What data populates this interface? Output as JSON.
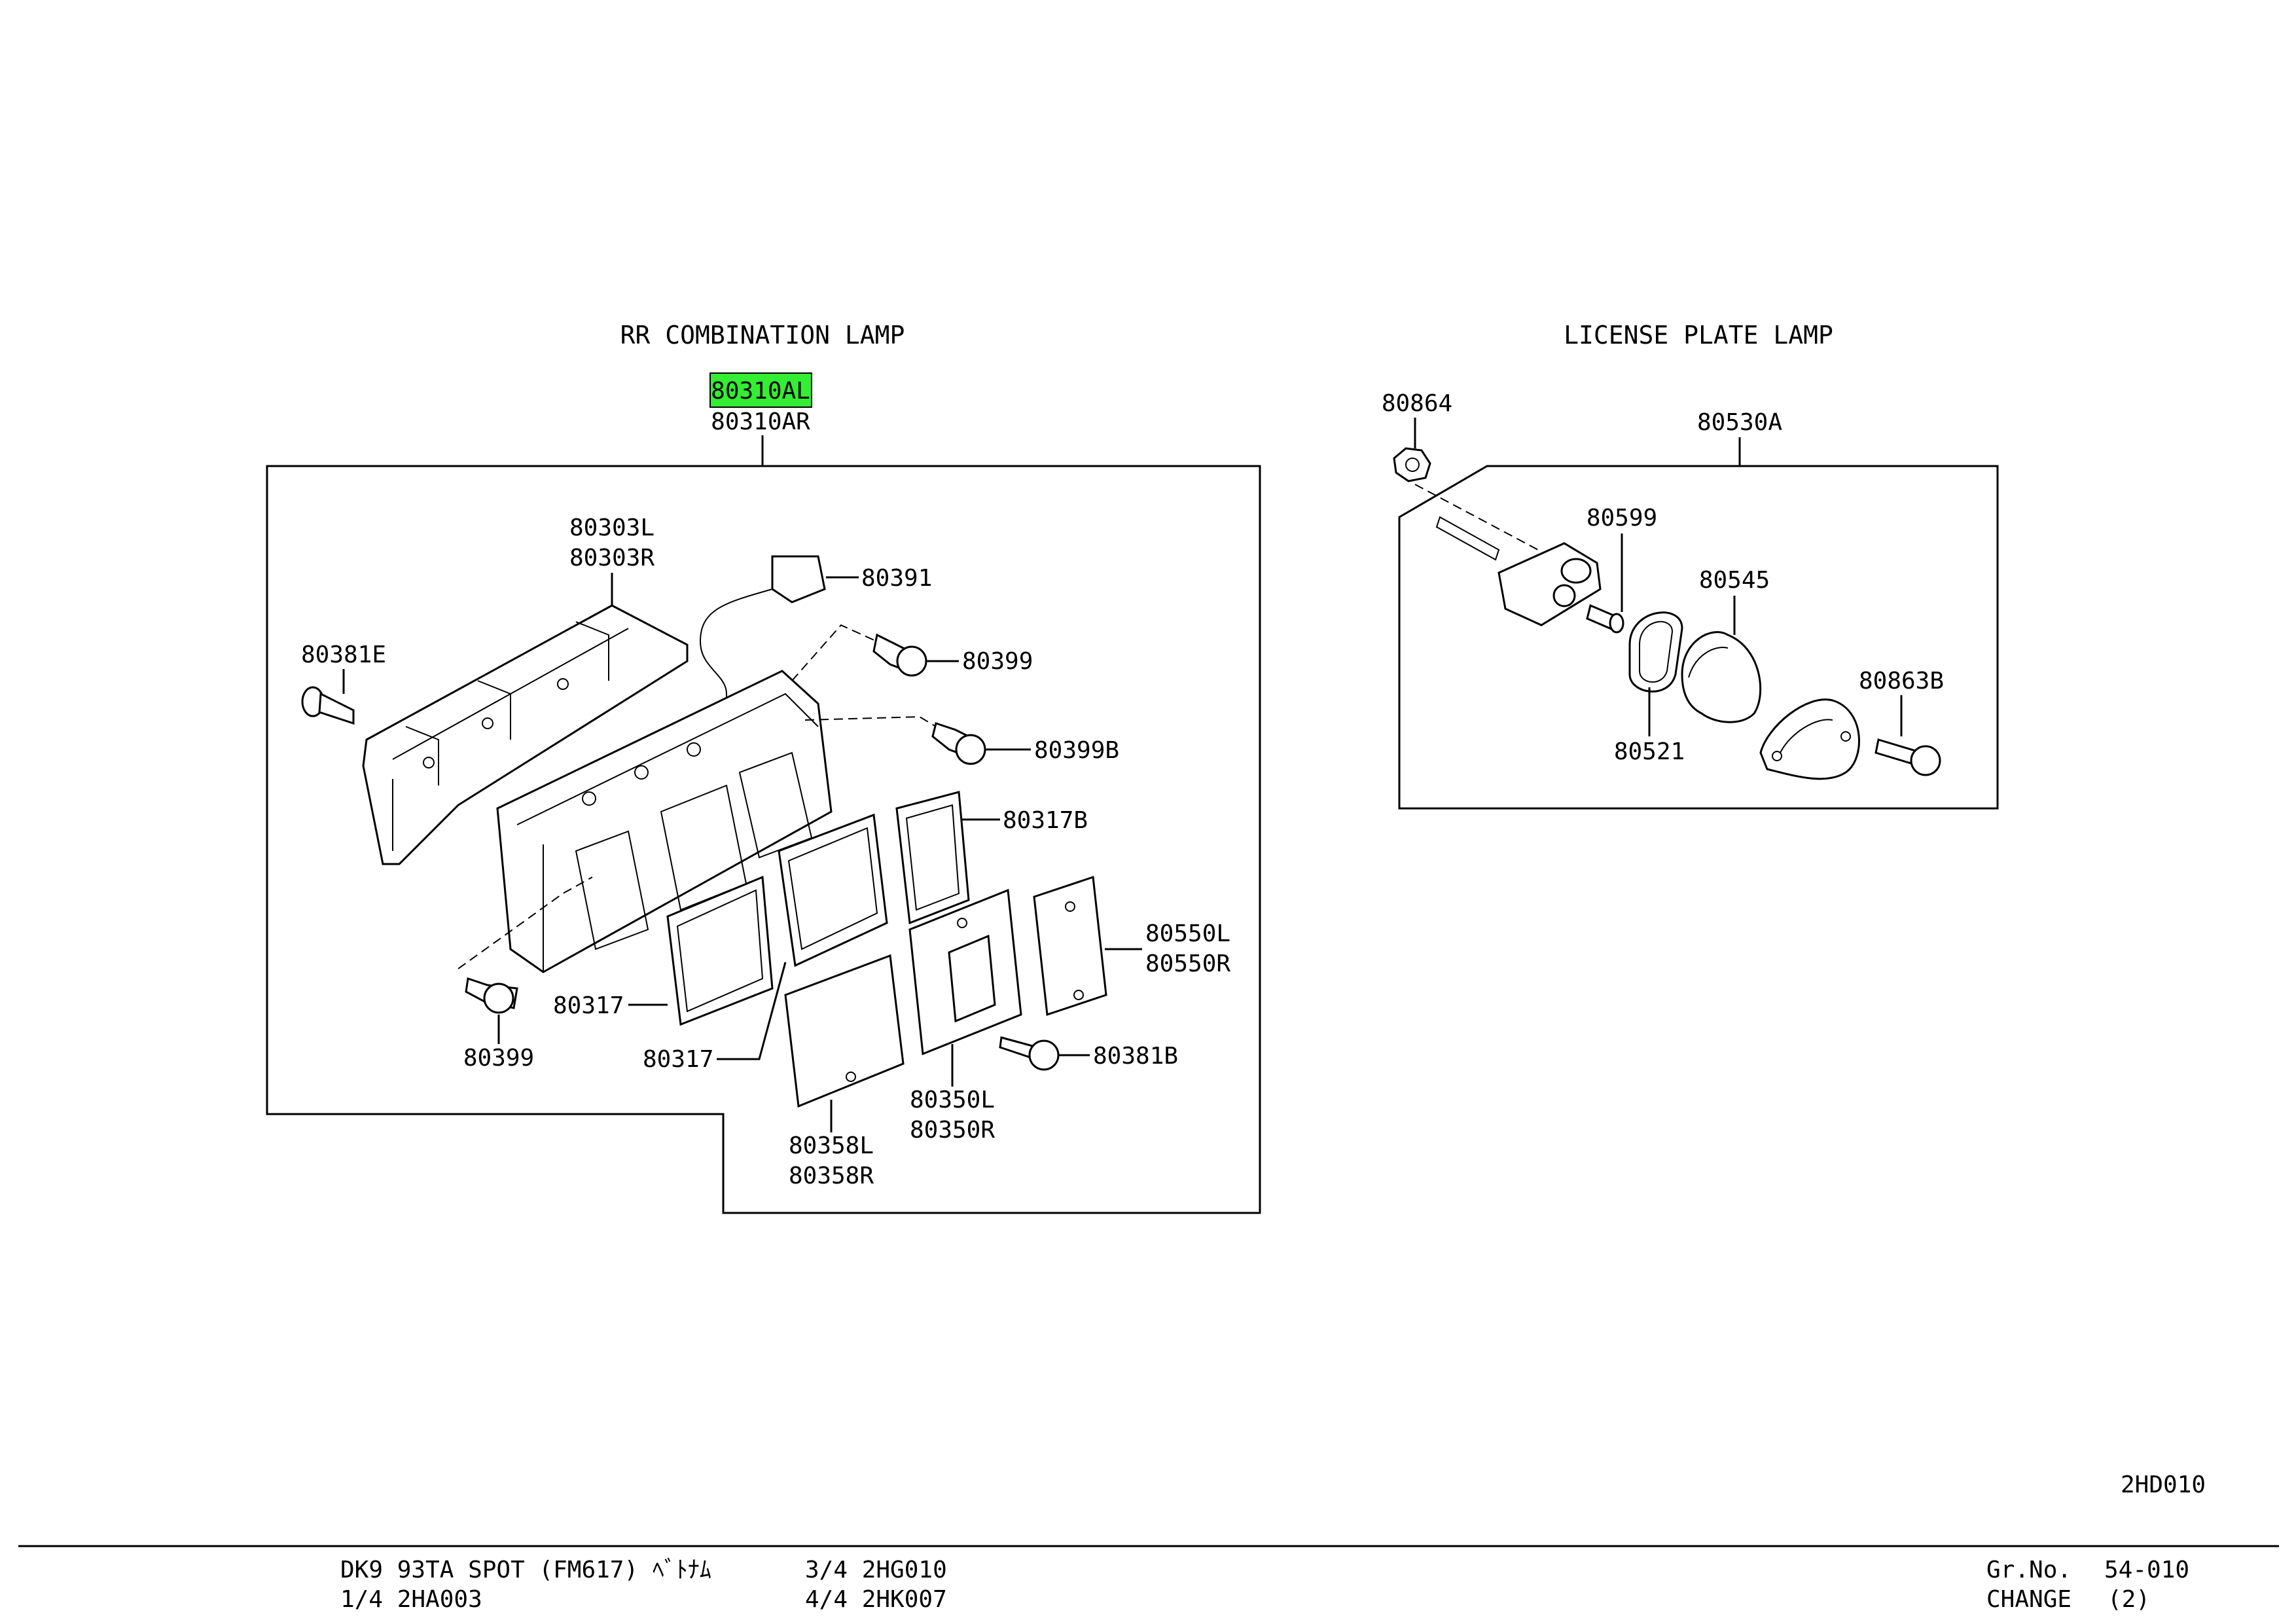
{
  "sections": {
    "rr_combination_lamp": {
      "title": "RR COMBINATION LAMP"
    },
    "license_plate_lamp": {
      "title": "LICENSE PLATE LAMP"
    }
  },
  "highlight_color": "#33ee33",
  "parts": {
    "p80310AL": "80310AL",
    "p80310AR": "80310AR",
    "p80303L": "80303L",
    "p80303R": "80303R",
    "p80391": "80391",
    "p80381E": "80381E",
    "p80399_top": "80399",
    "p80399B": "80399B",
    "p80317B": "80317B",
    "p80550L": "80550L",
    "p80550R": "80550R",
    "p80317_a": "80317",
    "p80317_b": "80317",
    "p80399_bottom": "80399",
    "p80381B": "80381B",
    "p80350L": "80350L",
    "p80350R": "80350R",
    "p80358L": "80358L",
    "p80358R": "80358R",
    "p80864": "80864",
    "p80530A": "80530A",
    "p80599": "80599",
    "p80545": "80545",
    "p80863B": "80863B",
    "p80521": "80521"
  },
  "page_code": "2HD010",
  "footer": {
    "line1_left": "DK9 93TA SPOT (FM617) ﾍﾞﾄﾅﾑ",
    "line1_mid": "3/4 2HG010",
    "line2_left": "1/4 2HA003",
    "line2_mid": "4/4 2HK007",
    "gr_no_label": "Gr.No.",
    "gr_no_value": "54-010",
    "change_label": "CHANGE",
    "change_value": "(2)"
  }
}
